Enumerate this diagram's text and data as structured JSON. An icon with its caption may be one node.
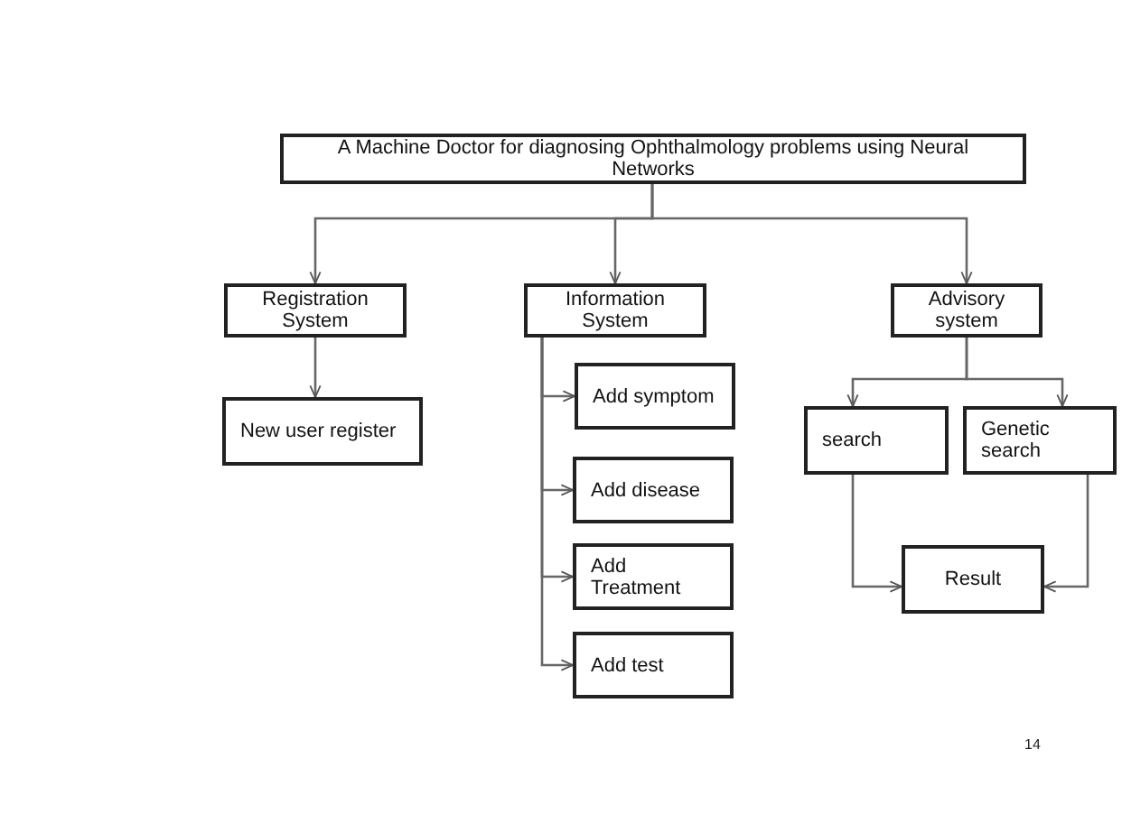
{
  "diagram": {
    "nodes": [
      {
        "text": [
          "A Machine Doctor for diagnosing Ophthalmology problems using Neural Networks"
        ]
      },
      {
        "text": [
          "Registration System"
        ]
      },
      {
        "text": [
          "Information System"
        ]
      },
      {
        "text": [
          "Advisory system"
        ]
      },
      {
        "text": [
          "New user register"
        ]
      },
      {
        "text": [
          "Add symptom"
        ]
      },
      {
        "text": [
          "Add disease"
        ]
      },
      {
        "text": [
          "Add Treatment"
        ]
      },
      {
        "text": [
          "Add test"
        ]
      },
      {
        "text": [
          "search"
        ]
      },
      {
        "text": [
          "Genetic search"
        ]
      },
      {
        "text": [
          "Result"
        ]
      }
    ],
    "edges": [
      {
        "from": 0,
        "to": 1,
        "arrow": "to"
      },
      {
        "from": 0,
        "to": 2,
        "arrow": "to"
      },
      {
        "from": 0,
        "to": 3,
        "arrow": "to"
      },
      {
        "from": 1,
        "to": 4,
        "arrow": "to"
      },
      {
        "from": 2,
        "to": 5,
        "arrow": "to"
      },
      {
        "from": 2,
        "to": 6,
        "arrow": "to"
      },
      {
        "from": 2,
        "to": 7,
        "arrow": "to"
      },
      {
        "from": 2,
        "to": 8,
        "arrow": "to"
      },
      {
        "from": 3,
        "to": 9,
        "arrow": "to"
      },
      {
        "from": 3,
        "to": 10,
        "arrow": "to"
      },
      {
        "from": 9,
        "to": 11,
        "arrow": "to"
      },
      {
        "from": 10,
        "to": 11,
        "arrow": "to"
      }
    ],
    "labels": [
      "14"
    ]
  }
}
